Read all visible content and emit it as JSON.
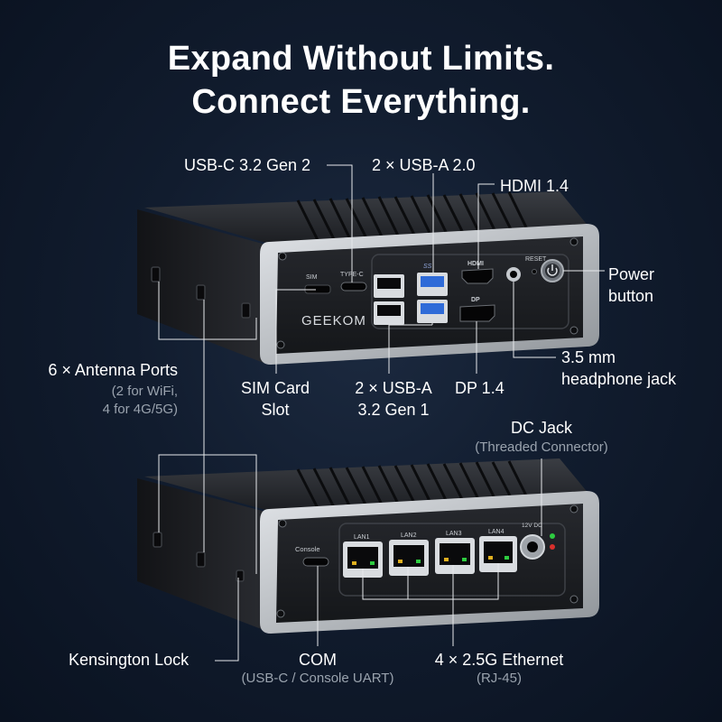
{
  "headline": {
    "line1": "Expand Without Limits.",
    "line2": "Connect Everything."
  },
  "labels": {
    "usb_c": "USB-C 3.2 Gen 2",
    "usb_a20": "2 × USB-A 2.0",
    "hdmi": "HDMI 1.4",
    "power_line1": "Power",
    "power_line2": "button",
    "headphone_line1": "3.5 mm",
    "headphone_line2": "headphone jack",
    "antenna_title": "6 × Antenna Ports",
    "antenna_sub1": "(2 for WiFi,",
    "antenna_sub2": "4 for 4G/5G)",
    "sim_line1": "SIM Card",
    "sim_line2": "Slot",
    "usb_a32_line1": "2 × USB-A",
    "usb_a32_line2": "3.2 Gen 1",
    "dp": "DP 1.4",
    "dc_title": "DC Jack",
    "dc_sub": "(Threaded Connector)",
    "kensington": "Kensington Lock",
    "com_title": "COM",
    "com_sub": "(USB-C / Console UART)",
    "eth_title": "4 × 2.5G Ethernet",
    "eth_sub": "(RJ-45)"
  },
  "device_printing": {
    "brand": "GEEKOM",
    "sim": "SIM",
    "type_c": "TYPE-C",
    "ss": "SS",
    "hdmi": "HDMI",
    "reset": "RESET",
    "dp": "DP",
    "console": "Console",
    "lan1": "LAN1",
    "lan2": "LAN2",
    "lan3": "LAN3",
    "lan4": "LAN4",
    "dc_12v": "12V DC"
  },
  "colors": {
    "background": "#111c2e",
    "chassis": "#1e2024",
    "bezel": "#b8bcc2",
    "usb3_blue": "#2f6bd8",
    "led_green": "#2ecc40",
    "led_red": "#d9302c"
  }
}
